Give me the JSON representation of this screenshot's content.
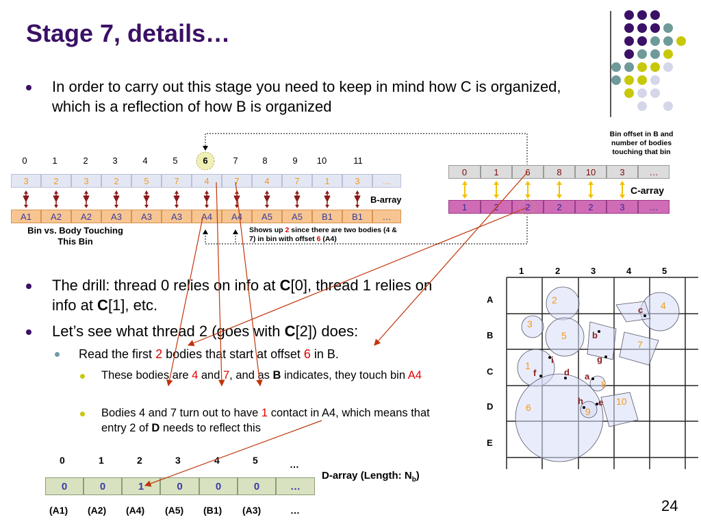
{
  "slide": {
    "title": "Stage 7, details…",
    "page_number": "24",
    "bullet1": "In order to carry out this stage you need to keep in mind how C is organized, which is a reflection of how B is organized",
    "bullet2_a": "The drill: thread 0 relies on info at ",
    "bullet2_b": "C",
    "bullet2_c": "[0], thread 1 relies on info at ",
    "bullet2_d": "C",
    "bullet2_e": "[1], etc.",
    "bullet3_a": "Let’s see what thread 2 (goes with ",
    "bullet3_b": "C",
    "bullet3_c": "[2]) does:",
    "sub1_a": "Read the first ",
    "sub1_b": "2",
    "sub1_c": " bodies that start at offset ",
    "sub1_d": "6",
    "sub1_e": " in B.",
    "subsub1_a": "These bodies are ",
    "subsub1_b": "4",
    "subsub1_c": " and ",
    "subsub1_d": "7",
    "subsub1_e": ", and as ",
    "subsub1_f": "B",
    "subsub1_g": " indicates, they touch bin ",
    "subsub1_h": "A4",
    "subsub2_a": "Bodies 4 and 7 turn out to have ",
    "subsub2_b": "1",
    "subsub2_c": " contact in A4, which means that entry 2 of ",
    "subsub2_d": "D",
    "subsub2_e": " needs to reflect this"
  },
  "b_array": {
    "indices": [
      "0",
      "1",
      "2",
      "3",
      "4",
      "5",
      "6",
      "7",
      "8",
      "9",
      "10",
      "11"
    ],
    "values": [
      "3",
      "2",
      "3",
      "2",
      "5",
      "7",
      "4",
      "7",
      "4",
      "7",
      "1",
      "3",
      "…"
    ],
    "bins": [
      "A1",
      "A2",
      "A2",
      "A3",
      "A3",
      "A3",
      "A4",
      "A4",
      "A5",
      "A5",
      "B1",
      "B1",
      "…"
    ],
    "label": "B-array",
    "bin_label": "Bin vs. Body Touching This Bin",
    "note_a": "Shows up ",
    "note_b": "2",
    "note_c": " since there are two bodies (4 & 7) in bin with offset ",
    "note_d": "6",
    "note_e": " (A4)"
  },
  "c_array": {
    "caption": "Bin offset in B and number of bodies touching that bin",
    "offsets": [
      "0",
      "1",
      "6",
      "8",
      "10",
      "3",
      "…"
    ],
    "counts": [
      "1",
      "2",
      "2",
      "2",
      "2",
      "3",
      "…"
    ],
    "label": "C-array"
  },
  "grid": {
    "col_labels": [
      "1",
      "2",
      "3",
      "4",
      "5"
    ],
    "row_labels": [
      "A",
      "B",
      "C",
      "D",
      "E"
    ],
    "bodies": [
      "1",
      "2",
      "3",
      "4",
      "5",
      "6",
      "7",
      "8",
      "9",
      "10"
    ],
    "contacts": [
      "a",
      "b",
      "c",
      "d",
      "e",
      "f",
      "g",
      "h",
      "i"
    ]
  },
  "d_array": {
    "indices": [
      "0",
      "1",
      "2",
      "3",
      "4",
      "5",
      "…"
    ],
    "values": [
      "0",
      "0",
      "1",
      "0",
      "0",
      "0",
      "…"
    ],
    "bins": [
      "(A1)",
      "(A2)",
      "(A4)",
      "(A5)",
      "(B1)",
      "(A3)",
      "…"
    ],
    "label_a": "D-array (Length: N",
    "label_sub": "b",
    "label_c": ")"
  },
  "colors": {
    "title": "#3b1066",
    "highlight": "#e00000",
    "orange": "#f39a1a",
    "purple_dot": "#3b1066",
    "teal_dot": "#6f9a9a",
    "yellow_dot": "#c8c80a",
    "lavender_dot": "#d6d6ea"
  }
}
